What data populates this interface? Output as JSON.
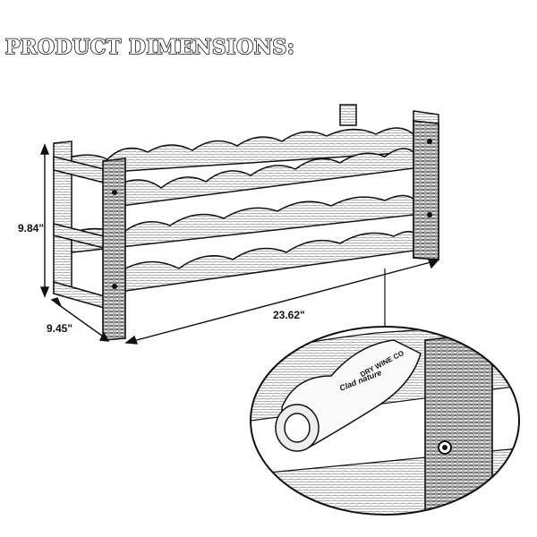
{
  "heading": "PRODUCT DIMENSIONS:",
  "dimensions": {
    "height": "9.84\"",
    "depth": "9.45\"",
    "width": "23.62\""
  },
  "bottle_label": {
    "text1": "Clad nature",
    "text2": "DRY WINE CO"
  }
}
